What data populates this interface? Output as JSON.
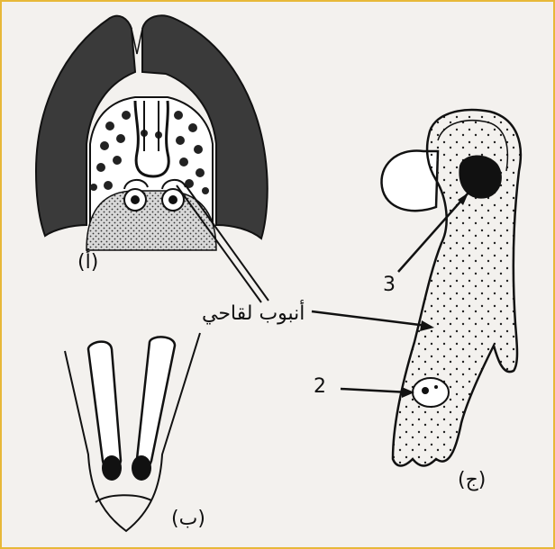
{
  "labels": {
    "fig_a": "(أ)",
    "fig_b": "(ب)",
    "fig_j": "(ج)",
    "pollen_tube": "أنبوب لقاحي",
    "num_3": "3",
    "num_2": "2"
  },
  "colors": {
    "ink": "#111111",
    "frame": "#e7b838",
    "paper": "#f3f1ee",
    "dark_tissue": "#3a3a3a"
  }
}
